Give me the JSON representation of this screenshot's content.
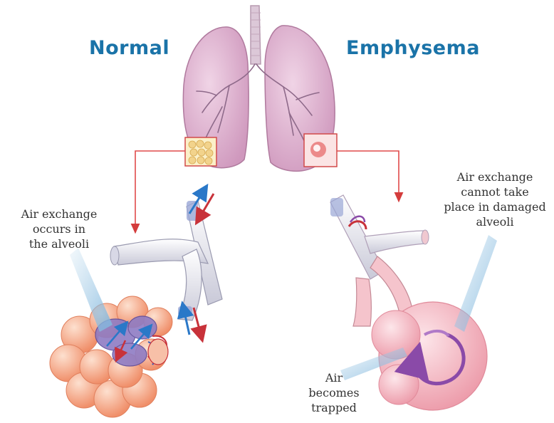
{
  "titles": {
    "normal": "Normal",
    "emphysema": "Emphysema"
  },
  "annotations": {
    "normal": [
      "Air exchange",
      "occurs in",
      "the alveoli"
    ],
    "emphysema": [
      "Air exchange",
      "cannot take",
      "place in damaged",
      "alveoli"
    ],
    "trapped": [
      "Air",
      "becomes",
      "trapped"
    ]
  },
  "colors": {
    "title": "#1a73a8",
    "note": "#333333",
    "lung": "#d9a9c9",
    "lung_outline": "#b07a9e",
    "trachea": "#d8c6d6",
    "connector": "#e04a4a",
    "airway": "#e6e6ef",
    "normal_alveoli": "#f3a88a",
    "emphysema_alveoli": "#f5b3bd",
    "arrow_in": "#2a78c8",
    "arrow_out": "#c8323a",
    "trapped_air": "#8a4aa8",
    "callout_beam": "#a9cfe8"
  },
  "icons": {
    "lungs": "lungs-illustration",
    "normal_inset": "healthy-tissue-inset",
    "emphysema_inset": "damaged-tissue-inset"
  }
}
